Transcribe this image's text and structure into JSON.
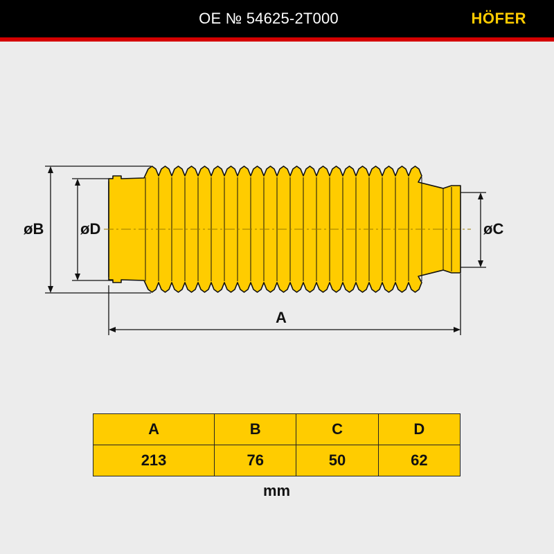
{
  "header": {
    "title": "OE № 54625-2T000",
    "brand": "HÖFER"
  },
  "colors": {
    "header_bg": "#000000",
    "accent_stripe": "#d40000",
    "brand": "#ffcc00",
    "part_fill": "#ffcc00",
    "background": "#ececec"
  },
  "drawing": {
    "labels": {
      "B": "øB",
      "D": "øD",
      "C": "øC",
      "A": "A"
    }
  },
  "table": {
    "headers": [
      "A",
      "B",
      "C",
      "D"
    ],
    "values": [
      "213",
      "76",
      "50",
      "62"
    ],
    "unit": "mm"
  }
}
